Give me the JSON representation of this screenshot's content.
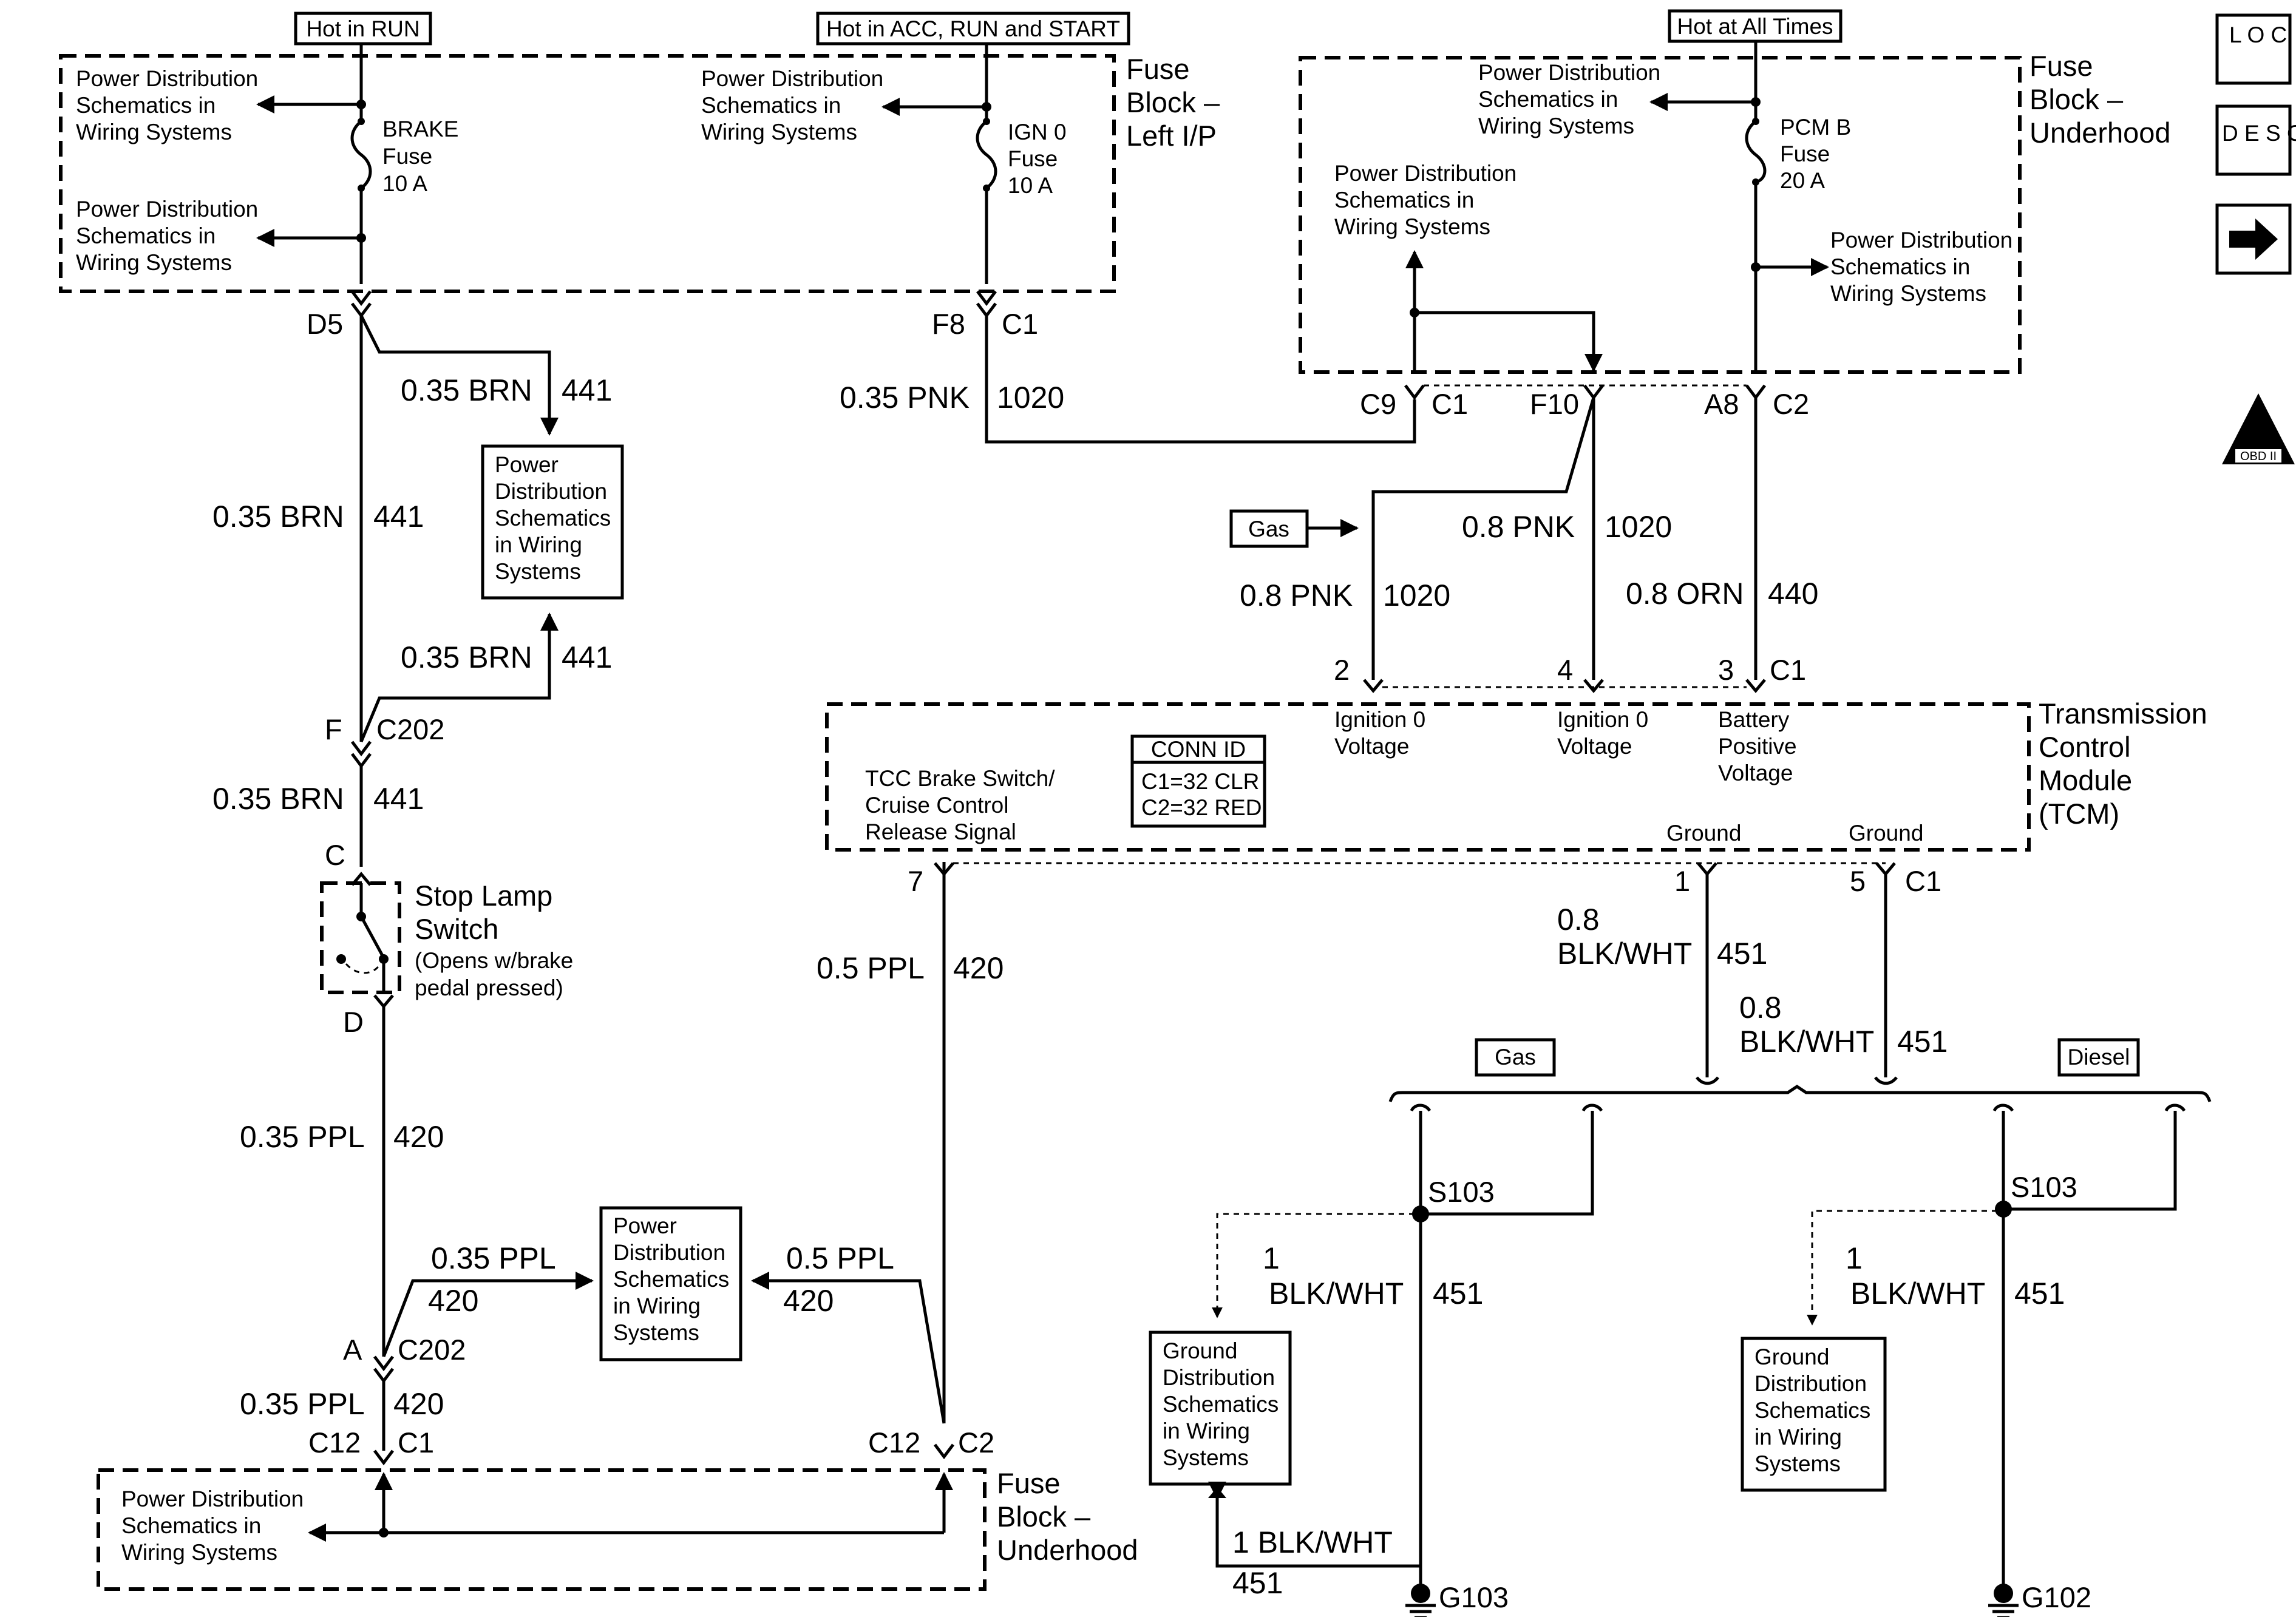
{
  "fuse_block_left": {
    "title_lines": [
      "Fuse",
      "Block –",
      "Left I/P"
    ],
    "hot_run": "Hot in RUN",
    "hot_acc": "Hot in ACC, RUN and START",
    "brake_fuse": [
      "BRAKE",
      "Fuse",
      "10 A"
    ],
    "ign_fuse": [
      "IGN 0",
      "Fuse",
      "10 A"
    ],
    "pd_a": [
      "Power Distribution",
      "Schematics in",
      "Wiring Systems"
    ],
    "pd_b": [
      "Power Distribution",
      "Schematics in",
      "Wiring Systems"
    ],
    "pd_c": [
      "Power Distribution",
      "Schematics in",
      "Wiring Systems"
    ]
  },
  "fuse_block_under_top": {
    "title_lines": [
      "Fuse",
      "Block –",
      "Underhood"
    ],
    "hot_all": "Hot at All Times",
    "pcm_fuse": [
      "PCM B",
      "Fuse",
      "20 A"
    ],
    "pd_a": [
      "Power Distribution",
      "Schematics in",
      "Wiring Systems"
    ],
    "pd_b": [
      "Power Distribution",
      "Schematics in",
      "Wiring Systems"
    ],
    "pd_c": [
      "Power Distribution",
      "Schematics in",
      "Wiring Systems"
    ]
  },
  "fuse_block_under_bottom": {
    "title_lines": [
      "Fuse",
      "Block –",
      "Underhood"
    ],
    "pd": [
      "Power Distribution",
      "Schematics in",
      "Wiring Systems"
    ]
  },
  "side_icons": {
    "loc": "L O C",
    "desc": "D E S C",
    "arrow": "next-arrow",
    "obd": "OBD II"
  },
  "connectors": {
    "d5": "D5",
    "f8": "F8",
    "c1_top": "C1",
    "c9": "C9",
    "c1_c9": "C1",
    "f10": "F10",
    "a8": "A8",
    "c2_top": "C2",
    "f_c202": "F",
    "c202_top": "C202",
    "c": "C",
    "d": "D",
    "a": "A",
    "c202_bot": "C202",
    "c12_l": "C12",
    "c1_l": "C1",
    "c12_r": "C12",
    "c2_r": "C2",
    "tcm_2": "2",
    "tcm_4": "4",
    "tcm_3": "3",
    "tcm_c1_top": "C1",
    "tcm_7": "7",
    "tcm_1": "1",
    "tcm_5": "5",
    "tcm_c1_bot": "C1",
    "s103_l": "S103",
    "s103_r": "S103",
    "g103": "G103",
    "g102": "G102"
  },
  "wires": {
    "brn_a": [
      "0.35 BRN",
      "441"
    ],
    "brn_b": [
      "0.35 BRN",
      "441"
    ],
    "brn_c": [
      "0.35 BRN",
      "441"
    ],
    "brn_d": [
      "0.35 BRN",
      "441"
    ],
    "pnk_a": [
      "0.35 PNK",
      "1020"
    ],
    "pnk_b": [
      "0.8 PNK",
      "1020"
    ],
    "pnk_c": [
      "0.8 PNK",
      "1020"
    ],
    "orn": [
      "0.8 ORN",
      "440"
    ],
    "ppl_a": [
      "0.35 PPL",
      "420"
    ],
    "ppl_b": [
      "0.35 PPL",
      "420"
    ],
    "ppl_c": [
      "0.35 PPL",
      "420"
    ],
    "ppl_d": [
      "0.5 PPL",
      "420"
    ],
    "ppl_e": [
      "0.5 PPL",
      "420"
    ],
    "bw_a": [
      "0.8",
      "BLK/WHT",
      "451"
    ],
    "bw_b": [
      "0.8",
      "BLK/WHT",
      "451"
    ],
    "bw_c": [
      "1",
      "BLK/WHT",
      "451"
    ],
    "bw_d": [
      "1",
      "BLK/WHT",
      "451"
    ],
    "bw_e": [
      "1 BLK/WHT",
      "451"
    ]
  },
  "pd_box_a": [
    "Power",
    "Distribution",
    "Schematics",
    "in Wiring",
    "Systems"
  ],
  "pd_box_b": [
    "Power",
    "Distribution",
    "Schematics",
    "in Wiring",
    "Systems"
  ],
  "gd_box_a": [
    "Ground",
    "Distribution",
    "Schematics",
    "in Wiring",
    "Systems"
  ],
  "gd_box_b": [
    "Ground",
    "Distribution",
    "Schematics",
    "in Wiring",
    "Systems"
  ],
  "stop_lamp": {
    "title": [
      "Stop Lamp",
      "Switch"
    ],
    "note": [
      "(Opens w/brake",
      "pedal pressed)"
    ]
  },
  "tcm": {
    "title": [
      "Transmission",
      "Control",
      "Module",
      "(TCM)"
    ],
    "ign_a": [
      "Ignition 0",
      "Voltage"
    ],
    "ign_b": [
      "Ignition 0",
      "Voltage"
    ],
    "batt": [
      "Battery",
      "Positive",
      "Voltage"
    ],
    "tcc": [
      "TCC Brake Switch/",
      "Cruise Control",
      "Release Signal"
    ],
    "ground_a": "Ground",
    "ground_b": "Ground",
    "conn_id": [
      "CONN ID",
      "C1=32 CLR",
      "C2=32 RED"
    ]
  },
  "options": {
    "gas_top": "Gas",
    "gas": "Gas",
    "diesel": "Diesel"
  }
}
